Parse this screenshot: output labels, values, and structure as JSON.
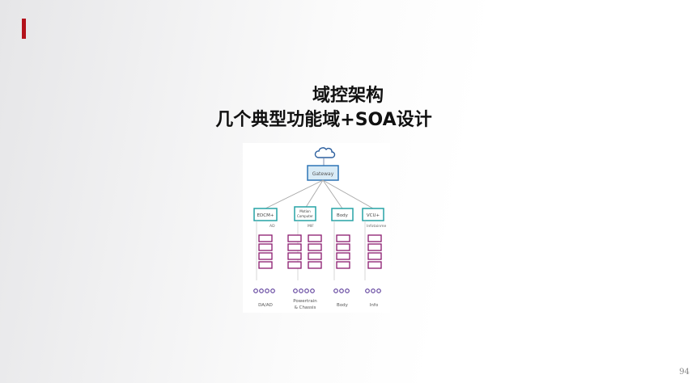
{
  "title": {
    "line1": "域控架构",
    "line2": "几个典型功能域+SOA设计"
  },
  "page_number": "94",
  "diagram": {
    "gateway": {
      "label": "Gateway"
    },
    "domains": [
      {
        "box": "EDCM+",
        "sub": "AD",
        "bottom": "DA/AD"
      },
      {
        "box": [
          "Motion",
          "Computer"
        ],
        "sub": "MIF",
        "bottom": [
          "Powertrain",
          "& Chassis"
        ]
      },
      {
        "box": "Body",
        "sub": "",
        "bottom": "Body"
      },
      {
        "box": "VCU+",
        "sub": "Infotainme",
        "bottom": "Info"
      }
    ],
    "colors": {
      "accent": "#b3121b",
      "node_border": "#27a3a6",
      "ecu": "#8a1a6e",
      "cloud": "#2c5f9e",
      "gateway_fill": "#d9ebf6"
    }
  }
}
